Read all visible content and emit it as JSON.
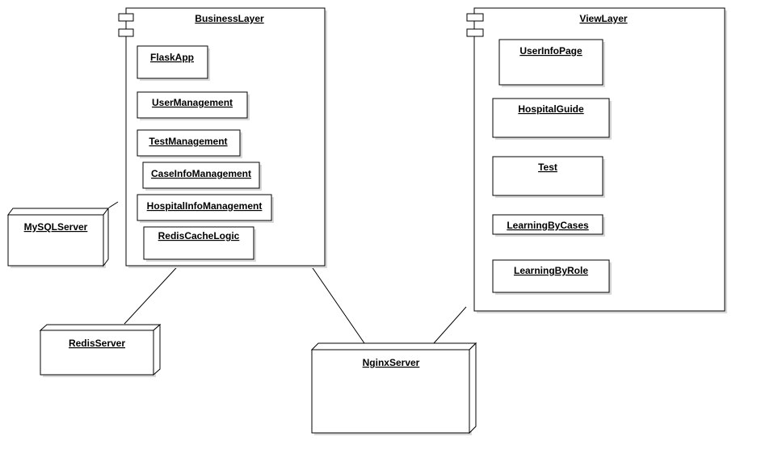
{
  "business_layer": {
    "title": "BusinessLayer",
    "components": [
      "FlaskApp",
      "UserManagement",
      "TestManagement",
      "CaseInfoManagement",
      "HospitalInfoManagement",
      "RedisCacheLogic"
    ]
  },
  "view_layer": {
    "title": "ViewLayer",
    "components": [
      "UserInfoPage",
      "HospitalGuide",
      "Test",
      "LearningByCases",
      "LearningByRole"
    ]
  },
  "nodes": {
    "mysql": "MySQLServer",
    "redis": "RedisServer",
    "nginx": "NginxServer"
  }
}
